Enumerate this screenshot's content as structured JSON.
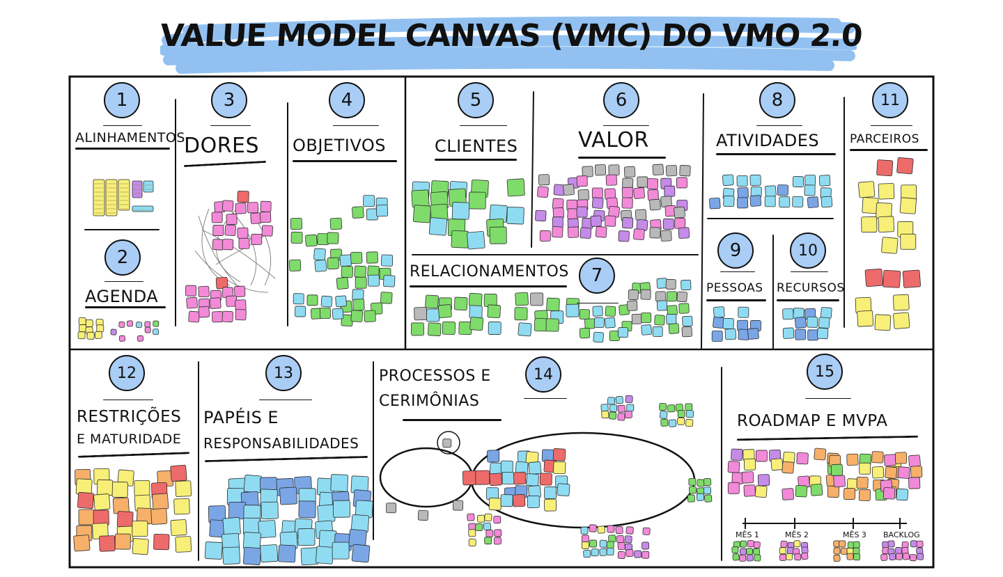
{
  "title": "VALUE MODEL CANVAS (VMC) DO VMO 2.0",
  "colors": {
    "highlight": "#7fb6ee",
    "badge": "#a9cdf5",
    "ink": "#111111",
    "note_yellow": "#f7ef78",
    "note_green": "#7fdc6a",
    "note_pink": "#f28ad8",
    "note_cyan": "#8fdcf2",
    "note_blue": "#7aa6e6",
    "note_red": "#ee6b6b",
    "note_orange": "#f6b06a",
    "note_purple": "#c58be8",
    "note_gray": "#b9b9b9"
  },
  "sections": [
    {
      "number": "1",
      "label": "ALINHAMENTOS"
    },
    {
      "number": "2",
      "label": "AGENDA"
    },
    {
      "number": "3",
      "label": "DORES"
    },
    {
      "number": "4",
      "label": "OBJETIVOS"
    },
    {
      "number": "5",
      "label": "CLIENTES"
    },
    {
      "number": "6",
      "label": "VALOR"
    },
    {
      "number": "7",
      "label": "RELACIONAMENTOS"
    },
    {
      "number": "8",
      "label": "ATIVIDADES"
    },
    {
      "number": "9",
      "label": "PESSOAS"
    },
    {
      "number": "10",
      "label": "RECURSOS"
    },
    {
      "number": "11",
      "label": "PARCEIROS"
    },
    {
      "number": "12",
      "label_line1": "RESTRIÇÕES",
      "label_line2": "E MATURIDADE"
    },
    {
      "number": "13",
      "label_line1": "PAPÉIS E",
      "label_line2": "RESPONSABILIDADES"
    },
    {
      "number": "14",
      "label_line1": "PROCESSOS E",
      "label_line2": "CERIMÔNIAS"
    },
    {
      "number": "15",
      "label": "ROADMAP E MVPA"
    }
  ],
  "roadmap_timeline": [
    "MÊS 1",
    "MÊS 2",
    "MÊS 3",
    "BACKLOG"
  ]
}
